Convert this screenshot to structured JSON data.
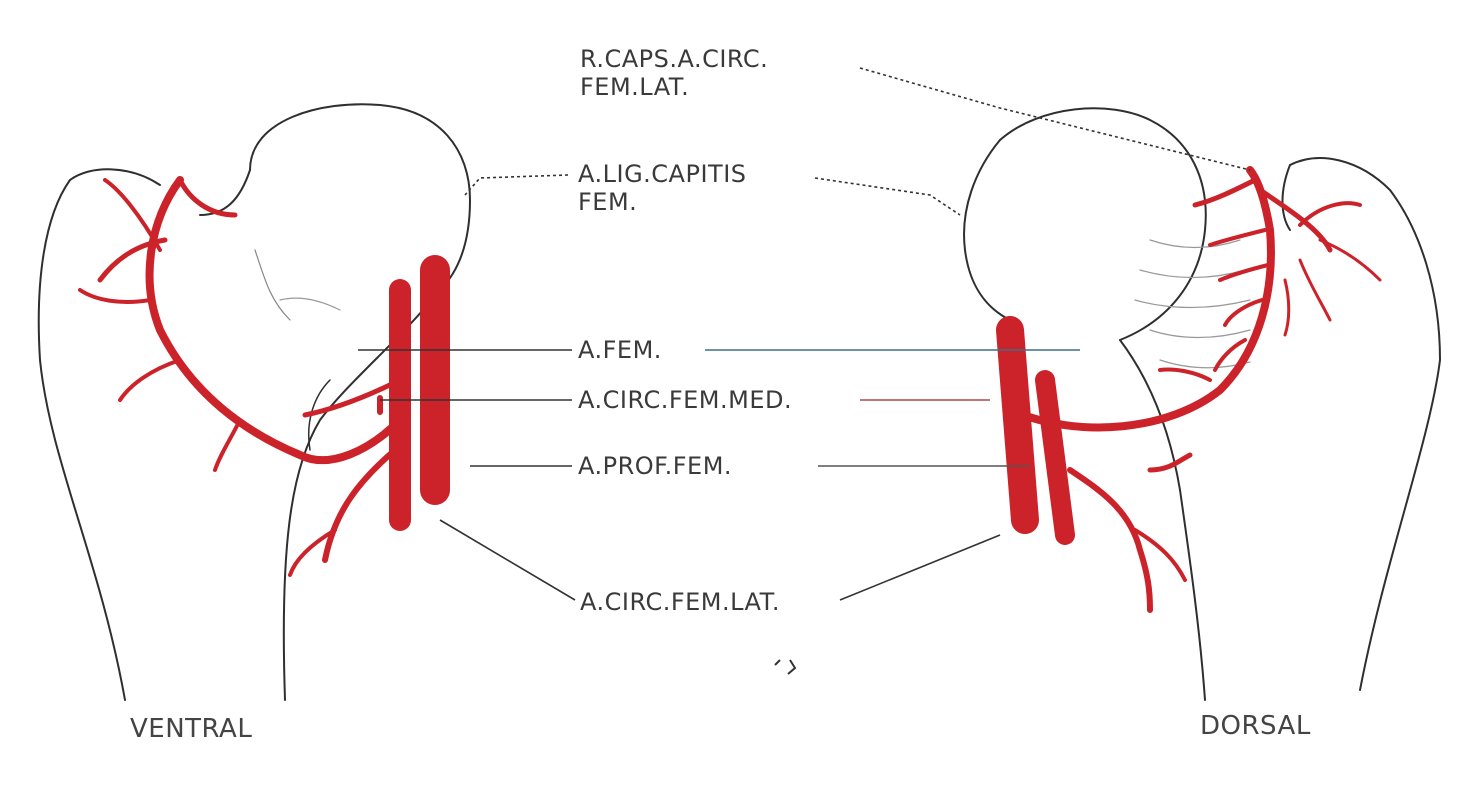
{
  "labels": {
    "r_caps_line1": "R.CAPS.A.CIRC.",
    "r_caps_line2": "FEM.LAT.",
    "a_lig_line1": "A.LIG.CAPITIS",
    "a_lig_line2": "FEM.",
    "a_fem": "A.FEM.",
    "a_circ_fem_med": "A.CIRC.FEM.MED.",
    "a_prof_fem": "A.PROF.FEM.",
    "a_circ_fem_lat": "A.CIRC.FEM.LAT."
  },
  "views": {
    "ventral": "VENTRAL",
    "dorsal": "DORSAL"
  },
  "colors": {
    "artery": "#cc2229",
    "outline": "#2f2f2f",
    "leader": "#333333",
    "leader_blue": "#3b6f8a"
  }
}
